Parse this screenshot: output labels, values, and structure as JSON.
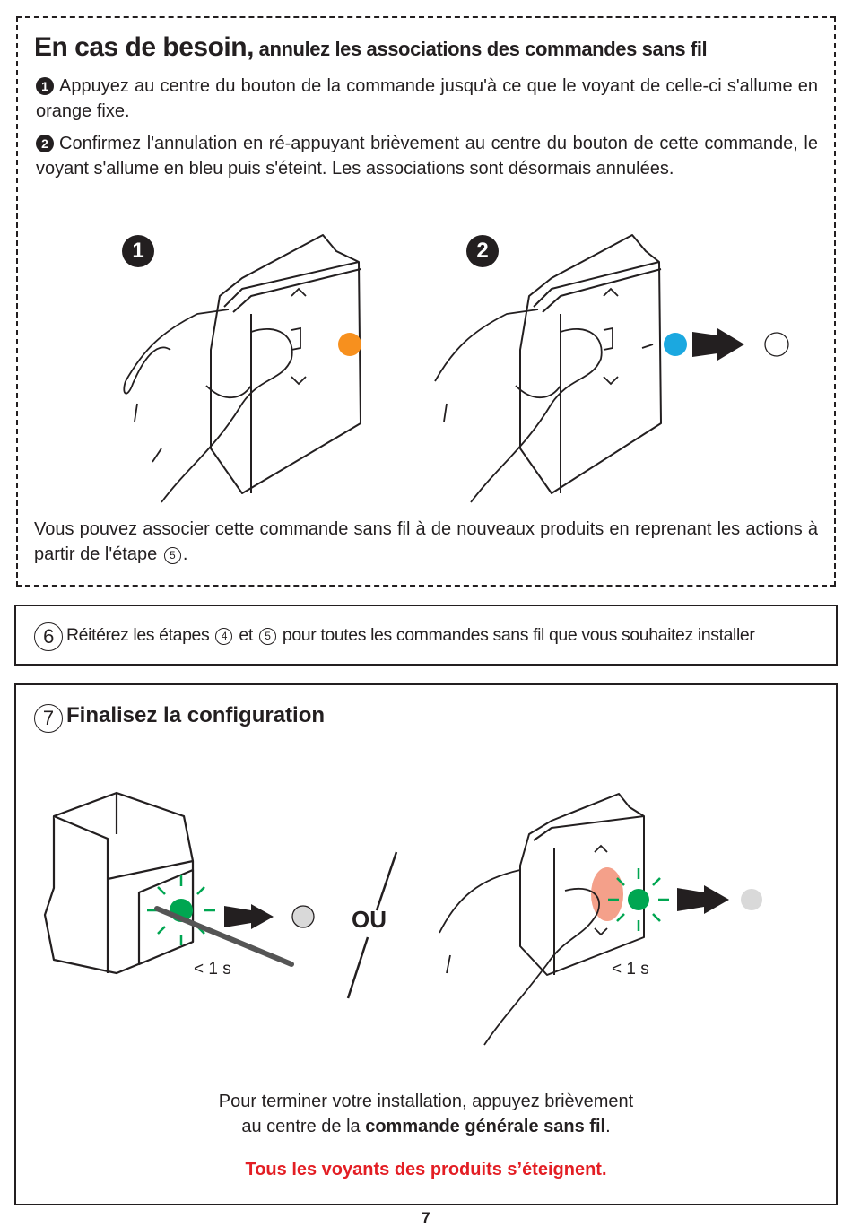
{
  "section_cancel": {
    "title_bold": "En cas de besoin,",
    "title_rest": " annulez les associations des commandes sans fil",
    "steps": [
      {
        "badge": "1",
        "text": "Appuyez au centre du bouton de la commande jusqu'à ce que le voyant de celle-ci s'allume en orange fixe."
      },
      {
        "badge": "2",
        "text": "Confirmez l'annulation en ré-appuyant brièvement au centre du bouton de cette commande, le voyant s'allume en bleu puis s'éteint. Les associations sont désormais annulées."
      }
    ],
    "illustrations": [
      {
        "badge": "1",
        "led_color": "#f7901e",
        "led_state": "orange fixe"
      },
      {
        "badge": "2",
        "led_color": "#1ba8e0",
        "led_state": "bleu puis éteint"
      }
    ],
    "note_text": "Vous pouvez associer cette commande sans fil à de nouveaux produits en reprenant les actions à partir de l'étape",
    "note_step": "5",
    "note_end": "."
  },
  "step6": {
    "number": "6",
    "text_a": "Réitérez les étapes",
    "ref_a": "4",
    "text_b": "et",
    "ref_b": "5",
    "text_c": "pour toutes les commandes sans fil que vous souhaitez installer"
  },
  "step7": {
    "number": "7",
    "title": "Finalisez la configuration",
    "or_label": "OU",
    "duration_left": "< 1 s",
    "duration_right": "< 1 s",
    "led_green": "#00a651",
    "led_off": "#d9d9d9",
    "press_zone": "#f4a08a",
    "instruction_line1": "Pour terminer votre installation, appuyez brièvement",
    "instruction_line2_pre": "au centre de la ",
    "instruction_line2_bold": "commande générale sans fil",
    "instruction_line2_post": ".",
    "result": "Tous les voyants des produits s’éteignent."
  },
  "page_number": "7"
}
